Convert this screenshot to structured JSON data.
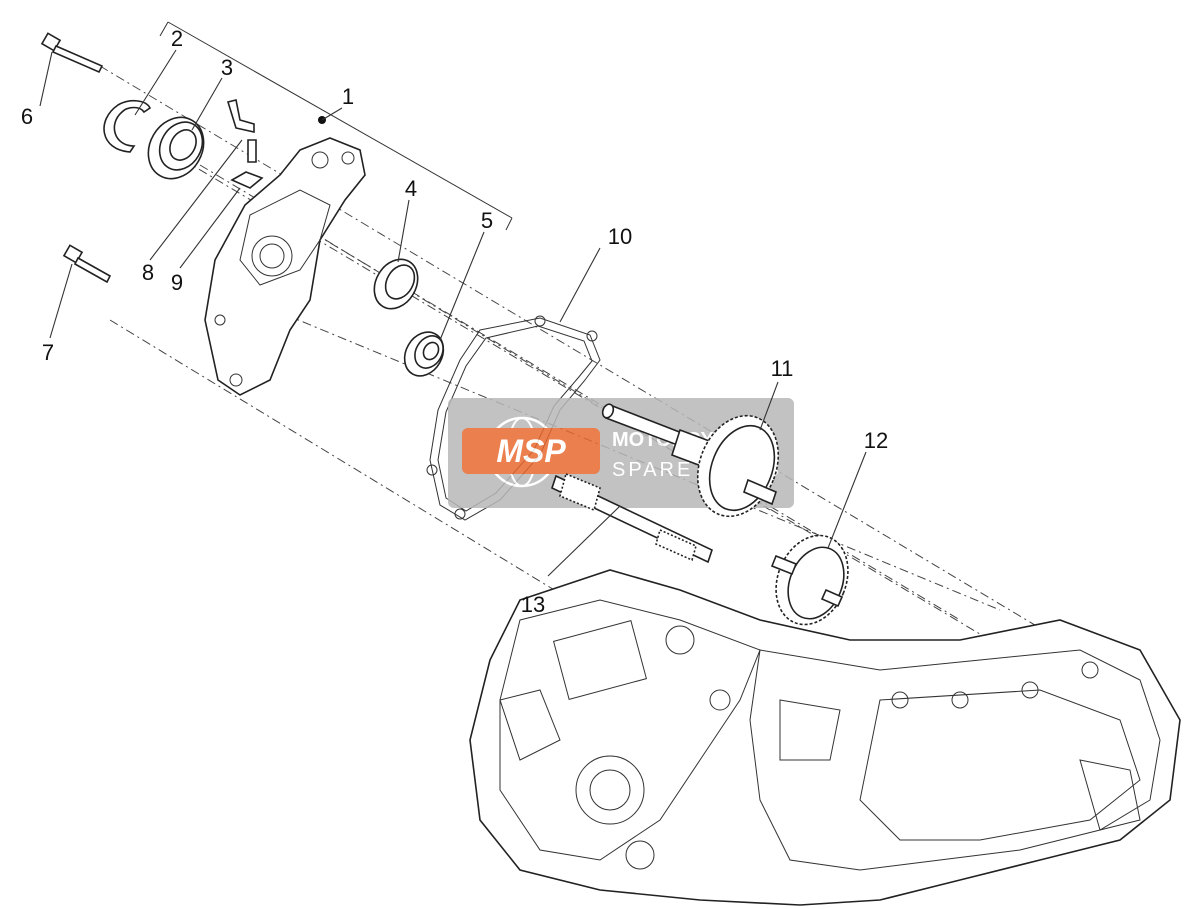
{
  "callouts": [
    "1",
    "2",
    "3",
    "4",
    "5",
    "6",
    "7",
    "8",
    "9",
    "10",
    "11",
    "12",
    "13"
  ],
  "watermark": {
    "logo": "MSP",
    "line1": "MOTORCYCLE",
    "line2": "SPARE PARTS",
    "logo_color": "#e8692f",
    "panel_color": "#b8b8b8"
  }
}
